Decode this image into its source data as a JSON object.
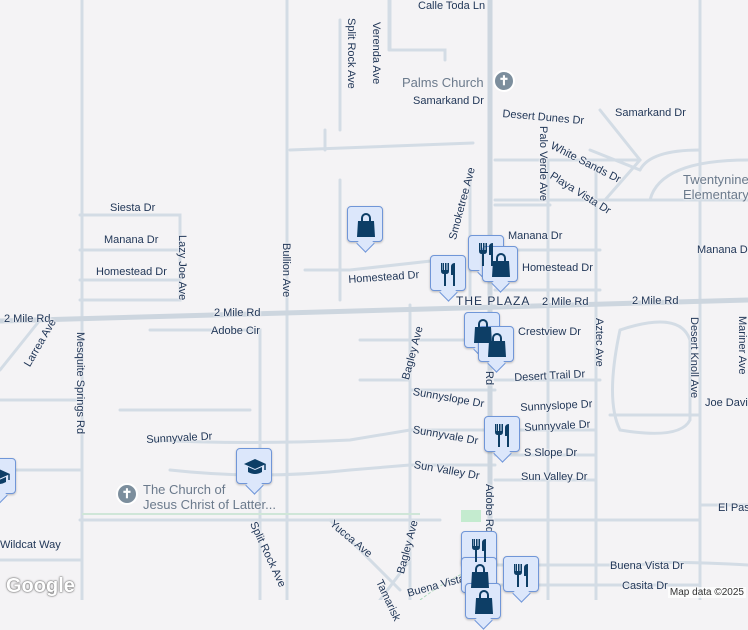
{
  "map": {
    "colors": {
      "background": "#f4f3f5",
      "road": "#d3dce5",
      "major_road": "#cdd6df",
      "label": "#1f3556",
      "marker_fill": "#dce7fb",
      "marker_border": "#7096d8",
      "marker_icon": "#0d3e66",
      "park": "#c4ebcf"
    },
    "streets": [
      "Calle Toda Ln",
      "Split Rock Ave",
      "Verenda Ave",
      "Samarkand Dr",
      "Desert Dunes Dr",
      "Samarkand Dr",
      "Palo Verde Ave",
      "White Sands Dr",
      "Playa Vista Dr",
      "Smoketree Ave",
      "Siesta Dr",
      "Manana Dr",
      "Homestead Dr",
      "Lazy Joe Ave",
      "Bullion Ave",
      "Homestead Dr",
      "Manana Dr",
      "Homestead Dr",
      "Manana Dr",
      "2 Mile Rd",
      "2 Mile Rd",
      "2 Mile Rd",
      "2 Mile Rd",
      "Adobe Cir",
      "Larrea Ave",
      "Mesquite Springs Rd",
      "Bagley Ave",
      "Crestview Dr",
      "Aztec Ave",
      "Desert Knoll Ave",
      "Mariner Ave",
      "Desert Trail Dr",
      "Sunnyslope Dr",
      "Sunnyslope Dr",
      "Joe Davis",
      "Sunnyvale Dr",
      "Sunnyvale Dr",
      "Sunnyvale Dr",
      "S Slope Dr",
      "Sun Valley Dr",
      "Sun Valley Dr",
      "Adobe Rd",
      "El Paso",
      "Wildcat Way",
      "Yucca Ave",
      "Bagley Ave",
      "Split Rock Ave",
      "Tamarisk",
      "Buena Vista",
      "Buena Vista Dr",
      "Casita Dr",
      "Rd"
    ],
    "places": {
      "palms_church": "Palms Church",
      "elementary_line1": "Twentynine",
      "elementary_line2": "Elementary",
      "plaza": "THE PLAZA",
      "lds_line1": "The Church of",
      "lds_line2": "Jesus Christ of Latter..."
    },
    "markers": [
      {
        "type": "shopping",
        "icon": "shopping-bag-icon"
      },
      {
        "type": "restaurant",
        "icon": "fork-knife-icon"
      },
      {
        "type": "shopping",
        "icon": "shopping-bag-icon"
      },
      {
        "type": "restaurant",
        "icon": "fork-knife-icon"
      },
      {
        "type": "shopping",
        "icon": "shopping-bag-icon"
      },
      {
        "type": "shopping",
        "icon": "shopping-bag-icon"
      },
      {
        "type": "restaurant",
        "icon": "fork-knife-icon"
      },
      {
        "type": "school",
        "icon": "graduation-cap-icon"
      },
      {
        "type": "school",
        "icon": "graduation-cap-icon"
      },
      {
        "type": "restaurant",
        "icon": "fork-knife-icon"
      },
      {
        "type": "shopping",
        "icon": "shopping-bag-icon"
      },
      {
        "type": "restaurant",
        "icon": "fork-knife-icon"
      },
      {
        "type": "shopping",
        "icon": "shopping-bag-icon"
      }
    ],
    "logo": "Google",
    "attribution": "Map data ©2025"
  }
}
